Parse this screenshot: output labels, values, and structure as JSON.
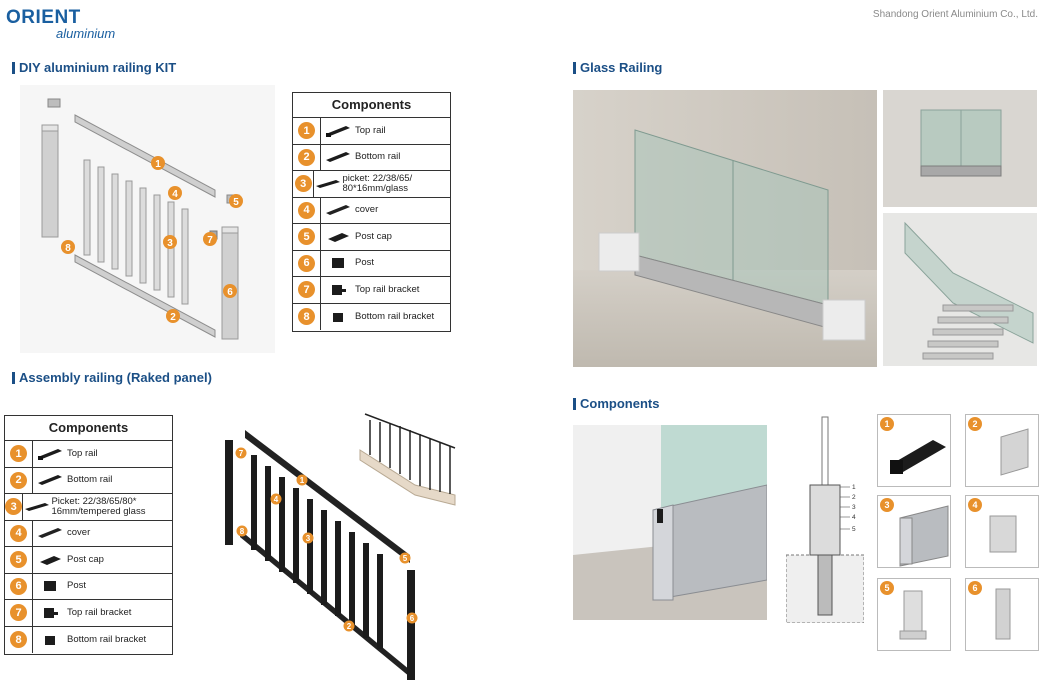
{
  "header": {
    "logo_top": "ORIENT",
    "logo_bottom": "aluminium",
    "company": "Shandong Orient Aluminium Co., Ltd."
  },
  "sections": {
    "diy_title": "DIY aluminium railing KIT",
    "glass_title": "Glass Railing",
    "assembly_title": "Assembly railing (Raked panel)",
    "components_title": "Components"
  },
  "table1": {
    "header": "Components",
    "rows": [
      {
        "num": "1",
        "label": "Top rail",
        "icon": "top-rail-icon"
      },
      {
        "num": "2",
        "label": "Bottom rail",
        "icon": "bottom-rail-icon"
      },
      {
        "num": "3",
        "label": "picket: 22/38/65/ 80*16mm/glass",
        "icon": "picket-icon"
      },
      {
        "num": "4",
        "label": "cover",
        "icon": "cover-icon"
      },
      {
        "num": "5",
        "label": "Post cap",
        "icon": "post-cap-icon"
      },
      {
        "num": "6",
        "label": "Post",
        "icon": "post-icon"
      },
      {
        "num": "7",
        "label": "Top rail bracket",
        "icon": "top-rail-bracket-icon"
      },
      {
        "num": "8",
        "label": "Bottom rail bracket",
        "icon": "bottom-rail-bracket-icon"
      }
    ]
  },
  "table2": {
    "header": "Components",
    "rows": [
      {
        "num": "1",
        "label": "Top rail",
        "icon": "top-rail-icon"
      },
      {
        "num": "2",
        "label": "Bottom rail",
        "icon": "bottom-rail-icon"
      },
      {
        "num": "3",
        "label": "Picket: 22/38/65/80* 16mm/tempered glass",
        "icon": "picket-icon"
      },
      {
        "num": "4",
        "label": "cover",
        "icon": "cover-icon"
      },
      {
        "num": "5",
        "label": "Post cap",
        "icon": "post-cap-icon"
      },
      {
        "num": "6",
        "label": "Post",
        "icon": "post-icon"
      },
      {
        "num": "7",
        "label": "Top rail bracket",
        "icon": "top-rail-bracket-icon"
      },
      {
        "num": "8",
        "label": "Bottom rail bracket",
        "icon": "bottom-rail-bracket-icon"
      }
    ]
  },
  "diy_callouts": [
    "1",
    "2",
    "3",
    "4",
    "5",
    "6",
    "7",
    "8"
  ],
  "raked_callouts": [
    "1",
    "2",
    "3",
    "4",
    "5",
    "6",
    "7",
    "8"
  ],
  "section_drawing_labels": [
    "1",
    "2",
    "3",
    "4",
    "5"
  ],
  "glass_thumbs": [
    "1",
    "2",
    "3",
    "4",
    "5",
    "6"
  ],
  "colors": {
    "accent_orange": "#e8912c",
    "title_blue": "#1b4f86",
    "logo_blue": "#1a5fa0"
  }
}
